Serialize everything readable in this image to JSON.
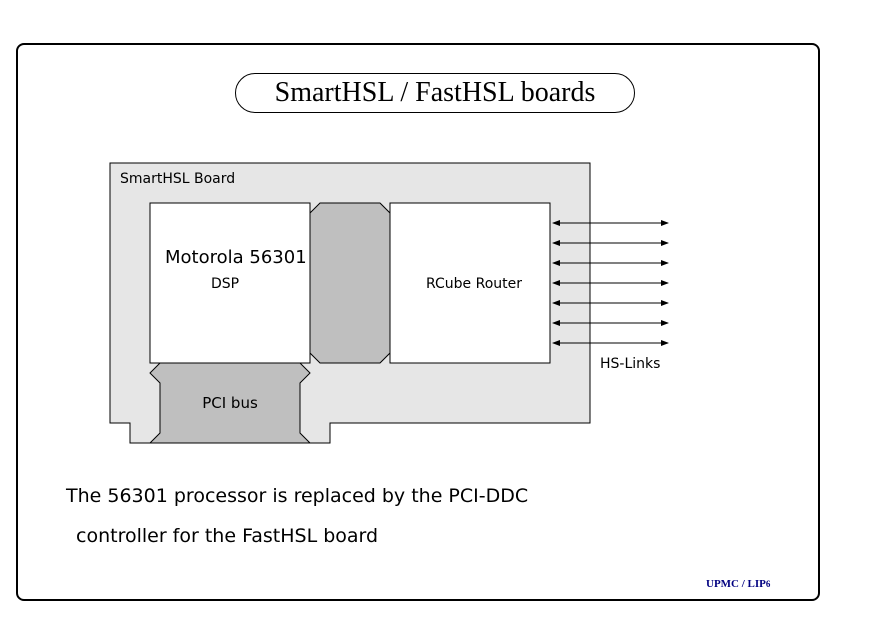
{
  "title": "SmartHSL / FastHSL boards",
  "diagram": {
    "board_label": "SmartHSL Board",
    "dsp_name": "Motorola 56301",
    "dsp_type": "DSP",
    "router_label": "RCube Router",
    "pci_label": "PCI bus",
    "links_label": "HS-Links",
    "link_count": 7
  },
  "body_text": {
    "line1": "The 56301 processor is replaced by the PCI-DDC",
    "line2": "controller for the FastHSL board"
  },
  "footer": {
    "org": "UPMC / LIP",
    "org_suffix": "6",
    "color": "#000080"
  },
  "colors": {
    "board_fill": "#e6e6e6",
    "bus_fill": "#bfbfbf"
  }
}
